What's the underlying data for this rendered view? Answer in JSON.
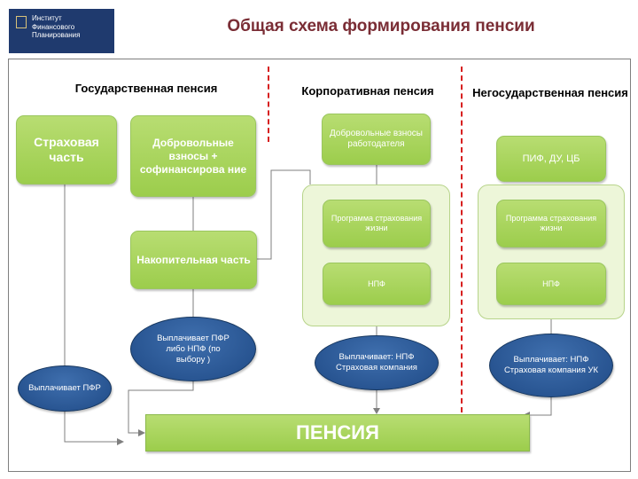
{
  "logo": {
    "lines": [
      "Институт",
      "Финансового",
      "Планирования"
    ]
  },
  "title": "Общая схема формирования пенсии",
  "columns": {
    "state": "Государственная пенсия",
    "corporate": "Корпоративная пенсия",
    "nonstate": "Негосударственная пенсия"
  },
  "state": {
    "insurance": "Страховая часть",
    "voluntary": "Добровольные взносы + софинансирова ние",
    "funded": "Накопительная часть",
    "payer_pfr": "Выплачивает ПФР",
    "payer_pfr_npf": "Выплачивает ПФР либо НПФ (по выбору )"
  },
  "corporate": {
    "employer": "Добровольные взносы работодателя",
    "life_program": "Программа страхования жизни",
    "npf": "НПФ",
    "payer": "Выплачивает: НПФ Страховая компания"
  },
  "nonstate": {
    "pif": "ПИФ, ДУ, ЦБ",
    "life_program": "Программа страхования жизни",
    "npf": "НПФ",
    "payer": "Выплачивает: НПФ Страховая компания УК"
  },
  "pension": "ПЕНСИЯ"
}
